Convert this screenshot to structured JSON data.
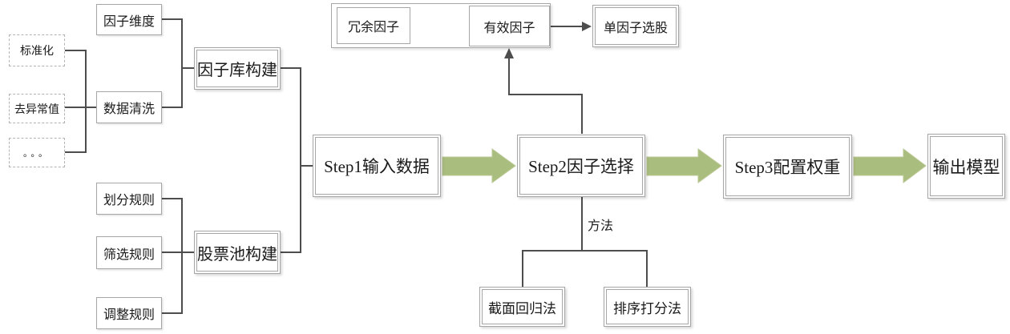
{
  "nodes": {
    "standardize": "标准化",
    "remove_outliers": "去异常值",
    "ellipsis": "。。。",
    "factor_dimension": "因子维度",
    "data_cleaning": "数据清洗",
    "partition_rule": "划分规则",
    "filter_rule": "筛选规则",
    "adjust_rule": "调整规则",
    "factor_library": "因子库构建",
    "stock_pool": "股票池构建",
    "step1": "Step1输入数据",
    "step2": "Step2因子选择",
    "step3": "Step3配置权重",
    "output_model": "输出模型",
    "redundant_factor": "冗余因子",
    "effective_factor": "有效因子",
    "single_factor_selection": "单因子选股",
    "method_label": "方法",
    "cross_section_regression": "截面回归法",
    "rank_scoring": "排序打分法"
  },
  "edges": [
    [
      "standardize",
      "data_cleaning"
    ],
    [
      "remove_outliers",
      "data_cleaning"
    ],
    [
      "ellipsis",
      "data_cleaning"
    ],
    [
      "factor_dimension",
      "factor_library"
    ],
    [
      "data_cleaning",
      "factor_library"
    ],
    [
      "partition_rule",
      "stock_pool"
    ],
    [
      "filter_rule",
      "stock_pool"
    ],
    [
      "adjust_rule",
      "stock_pool"
    ],
    [
      "factor_library",
      "step1"
    ],
    [
      "stock_pool",
      "step1"
    ],
    [
      "step1",
      "step2"
    ],
    [
      "step2",
      "step3"
    ],
    [
      "step3",
      "output_model"
    ],
    [
      "step2",
      "effective_factor"
    ],
    [
      "effective_factor",
      "single_factor_selection"
    ],
    [
      "step2",
      "cross_section_regression"
    ],
    [
      "step2",
      "rank_scoring"
    ]
  ],
  "colors": {
    "arrow_fill": "#a9bd7e",
    "arrow_edge": "#bcc996",
    "connector": "#4d4d4d",
    "box_border": "#a6a6a6"
  }
}
